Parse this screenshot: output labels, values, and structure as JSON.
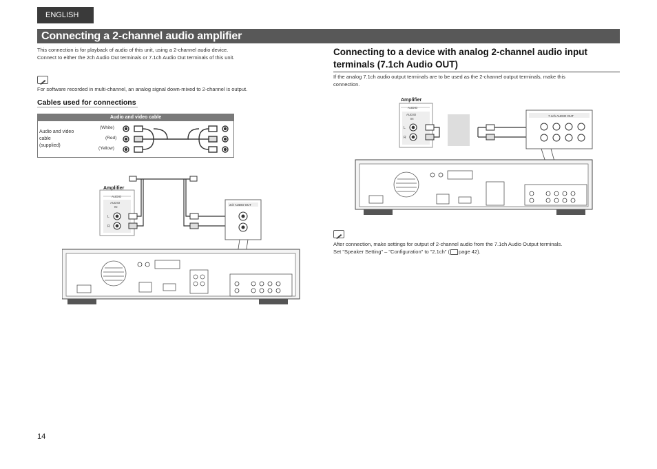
{
  "header": {
    "language": "ENGLISH"
  },
  "title": "Connecting a 2-channel audio amplifier",
  "left": {
    "intro_line1": "This connection is for playback of audio of this unit, using a 2-channel audio device.",
    "intro_line2": "Connect to either the 2ch Audio Out terminals or 7.1ch Audio Out terminals of this unit.",
    "note": "For software recorded in multi-channel, an analog signal down-mixed to 2-channel is output.",
    "cables_heading": "Cables used for connections",
    "cable_table": {
      "header": "Audio and video cable",
      "name_line1": "Audio and video",
      "name_line2": "cable",
      "name_line3": "(supplied)",
      "plug_white": "(White)",
      "plug_red": "(Red)",
      "plug_yellow": "(Yellow)"
    },
    "diagram": {
      "amplifier_label": "Amplifier",
      "audio_label": "AUDIO",
      "audio_in_line1": "AUDIO",
      "audio_in_line2": "IN",
      "l_label": "L",
      "r_label": "R",
      "terminal_label": "2ch AUDIO OUT"
    }
  },
  "right": {
    "heading_line1": "Connecting to a device with analog 2-channel audio input",
    "heading_line2": "terminals (7.1ch Audio OUT)",
    "intro_line1": "If the analog 7.1ch audio output terminals are to be used as the 2-channel output terminals, make this",
    "intro_line2": "connection.",
    "diagram": {
      "amplifier_label": "Amplifier",
      "audio_label": "AUDIO",
      "audio_in_line1": "AUDIO",
      "audio_in_line2": "IN",
      "l_label": "L",
      "r_label": "R",
      "terminal_label": "7.1ch AUDIO OUT"
    },
    "note_line1": "After connection, make settings for output of 2-channel audio from the 7.1ch Audio Output terminals.",
    "note_line2": "Set \"Speaker Setting\" – \"Configuration\" to \"2.1ch\" (",
    "note_ref": "page 42)."
  },
  "page_number": "14"
}
